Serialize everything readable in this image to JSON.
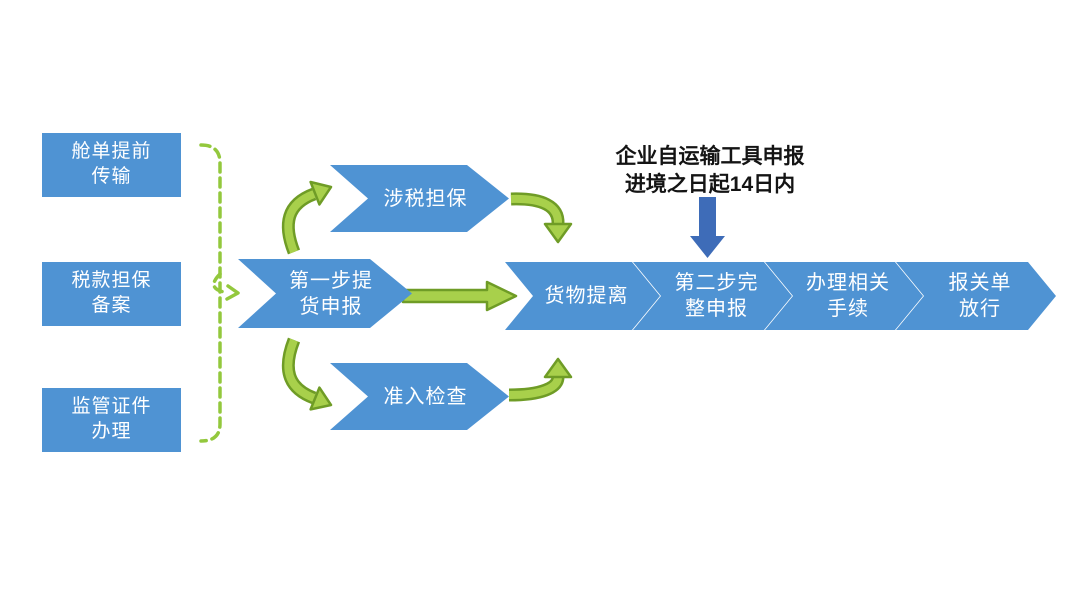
{
  "colors": {
    "shape_blue": "#4f93d3",
    "arrow_green_fill": "#a8d04b",
    "arrow_green_stroke": "#6f9c26",
    "dash_green": "#93c83d",
    "arrow_blue": "#3e6cb8",
    "shape_text": "#ffffff",
    "annotation_text": "#141414",
    "background": "#ffffff"
  },
  "left_boxes": [
    {
      "label": "舱单提前\n传输"
    },
    {
      "label": "税款担保\n备案"
    },
    {
      "label": "监管证件\n办理"
    }
  ],
  "step1": {
    "label": "第一步提\n货申报"
  },
  "branches": {
    "top": {
      "label": "涉税担保"
    },
    "bottom": {
      "label": "准入检查"
    }
  },
  "annotation": {
    "text": "企业自运输工具申报\n进境之日起14日内"
  },
  "main_flow": [
    {
      "label": "货物提离"
    },
    {
      "label": "第二步完\n整申报"
    },
    {
      "label": "办理相关\n手续"
    },
    {
      "label": "报关单\n放行"
    }
  ]
}
